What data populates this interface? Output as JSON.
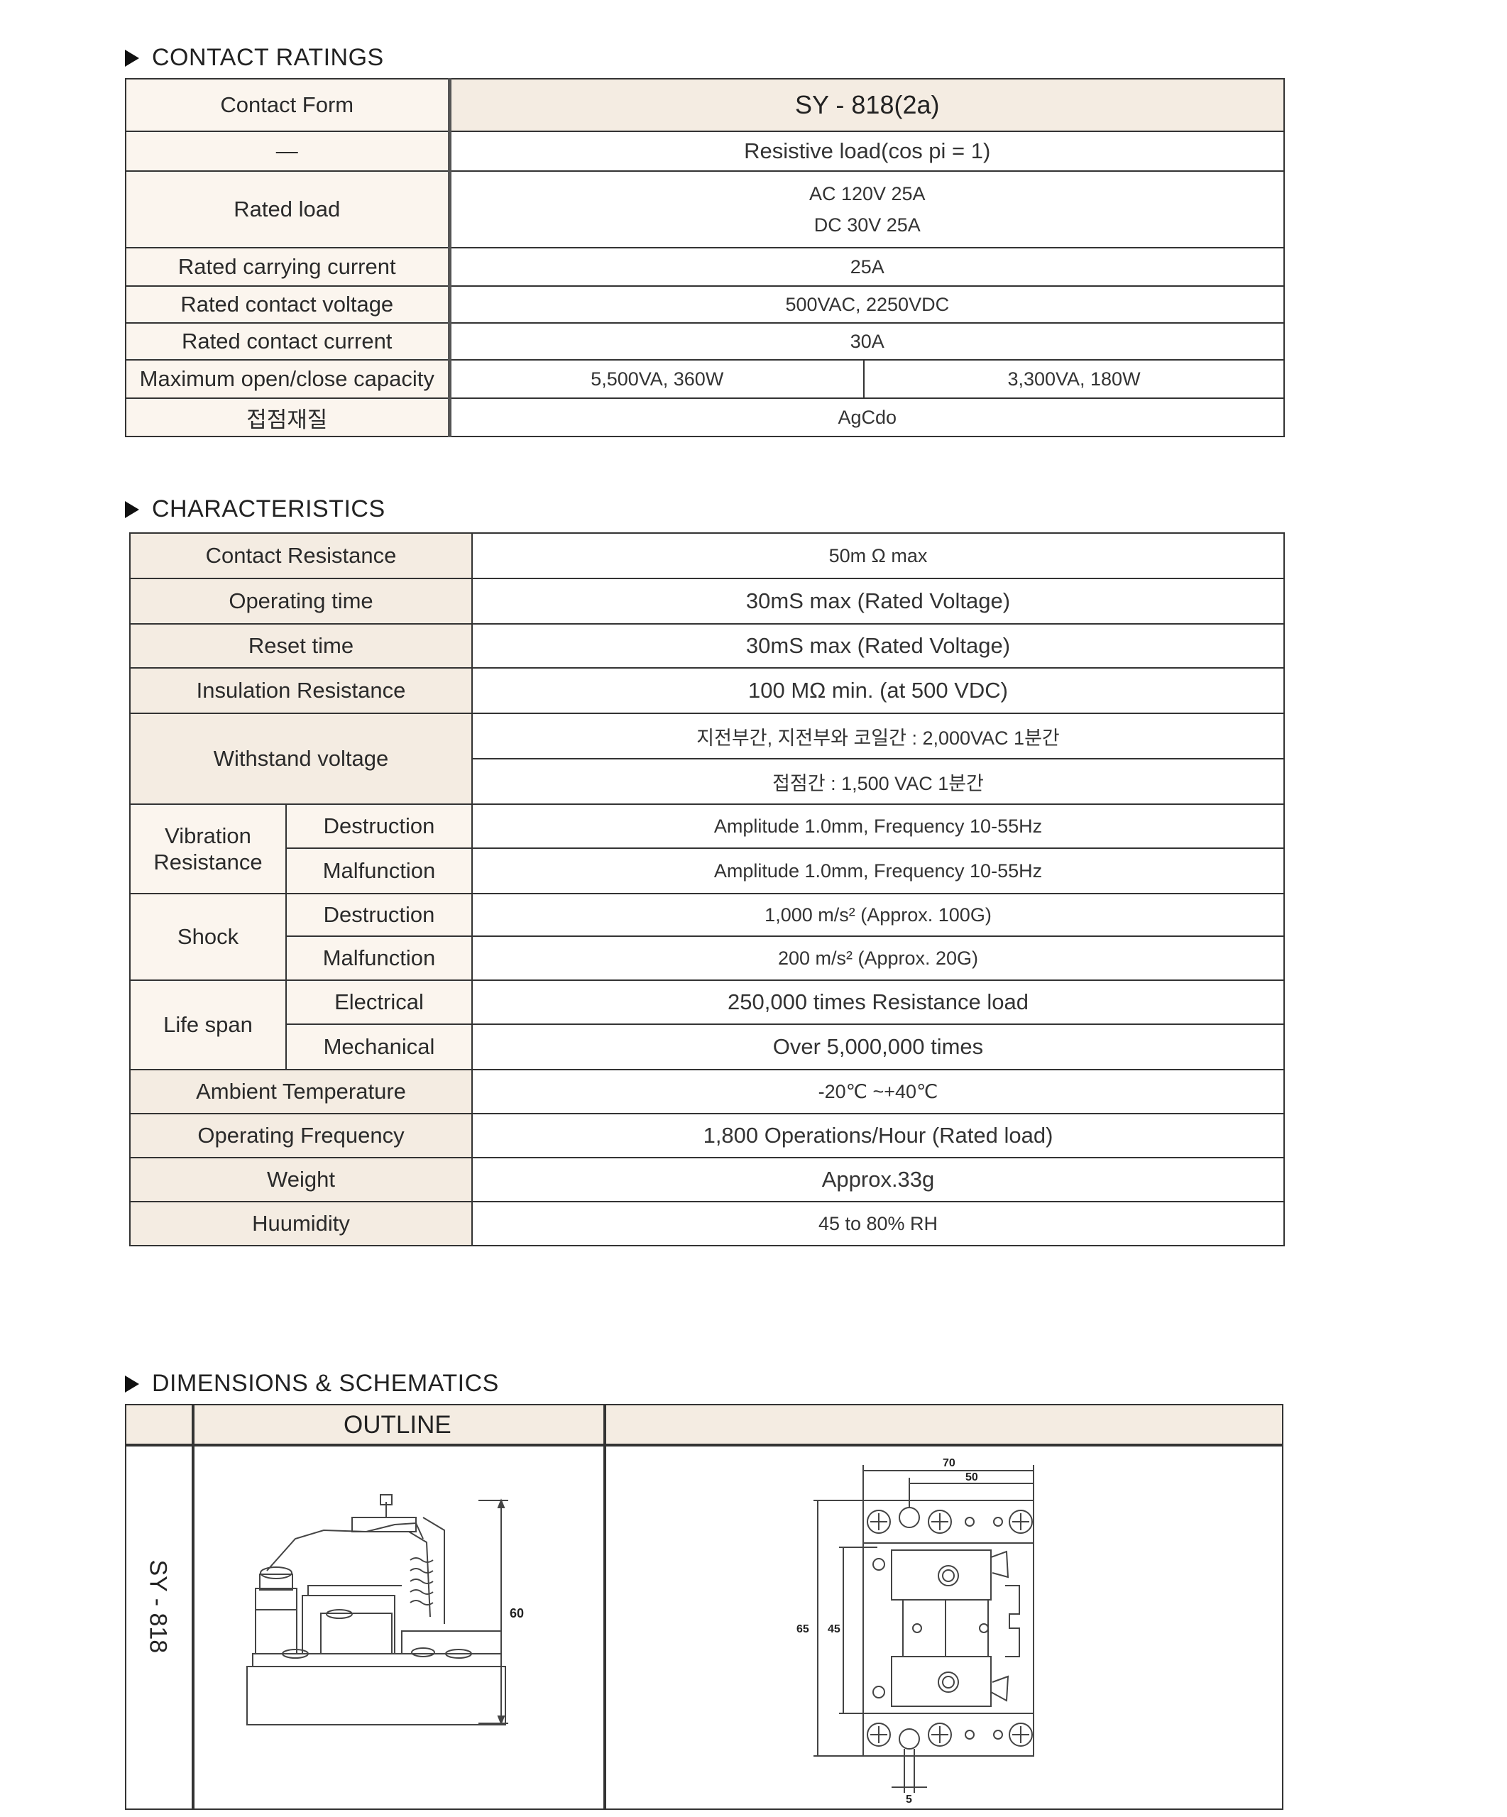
{
  "contact_ratings": {
    "title": "CONTACT RATINGS",
    "rows": [
      {
        "label": "Contact Form",
        "value": "SY - 818(2a)"
      },
      {
        "label": "—",
        "value": "Resistive load(cos pi = 1)"
      },
      {
        "label": "Rated load",
        "value_lines": [
          "AC 120V 25A",
          "DC 30V 25A"
        ]
      },
      {
        "label": "Rated carrying current",
        "value": "25A"
      },
      {
        "label": "Rated contact voltage",
        "value": "500VAC, 2250VDC"
      },
      {
        "label": "Rated contact current",
        "value": "30A"
      },
      {
        "label": "Maximum open/close capacity",
        "value_a": "5,500VA, 360W",
        "value_b": "3,300VA, 180W"
      },
      {
        "label": "접점재질",
        "value": "AgCdo"
      }
    ]
  },
  "characteristics": {
    "title": "CHARACTERISTICS",
    "contact_resistance": {
      "label": "Contact Resistance",
      "value": "50m Ω  max"
    },
    "operating_time": {
      "label": "Operating time",
      "value": "30mS  max (Rated Voltage)"
    },
    "reset_time": {
      "label": "Reset time",
      "value": "30mS  max  (Rated Voltage)"
    },
    "insulation_resistance": {
      "label": "Insulation Resistance",
      "value": "100 MΩ min. (at 500 VDC)"
    },
    "withstand_voltage": {
      "label": "Withstand voltage",
      "value_1": "지전부간, 지전부와 코일간 : 2,000VAC 1분간",
      "value_2": "접점간 : 1,500 VAC 1분간"
    },
    "vibration": {
      "label": "Vibration Resistance",
      "sub1": "Destruction",
      "val1": "Amplitude 1.0mm, Frequency 10-55Hz",
      "sub2": "Malfunction",
      "val2": "Amplitude 1.0mm, Frequency 10-55Hz"
    },
    "shock": {
      "label": "Shock",
      "sub1": "Destruction",
      "val1": "1,000 m/s²  (Approx. 100G)",
      "sub2": "Malfunction",
      "val2": "200 m/s²  (Approx. 20G)"
    },
    "life_span": {
      "label": "Life span",
      "sub1": "Electrical",
      "val1": "250,000 times Resistance load",
      "sub2": "Mechanical",
      "val2": "Over 5,000,000 times"
    },
    "ambient_temperature": {
      "label": "Ambient Temperature",
      "value": "-20℃  ~+40℃"
    },
    "operating_frequency": {
      "label": "Operating Frequency",
      "value": "1,800 Operations/Hour (Rated load)"
    },
    "weight": {
      "label": "Weight",
      "value": "Approx.33g"
    },
    "humidity": {
      "label": "Huumidity",
      "value": "45 to 80% RH"
    }
  },
  "dimensions": {
    "title": "DIMENSIONS & SCHEMATICS",
    "outline_label": "OUTLINE",
    "model_label": "SY - 818",
    "dim_height": "60",
    "dim_70": "70",
    "dim_50": "50",
    "dim_65": "65",
    "dim_45": "45",
    "dim_5": "5"
  }
}
